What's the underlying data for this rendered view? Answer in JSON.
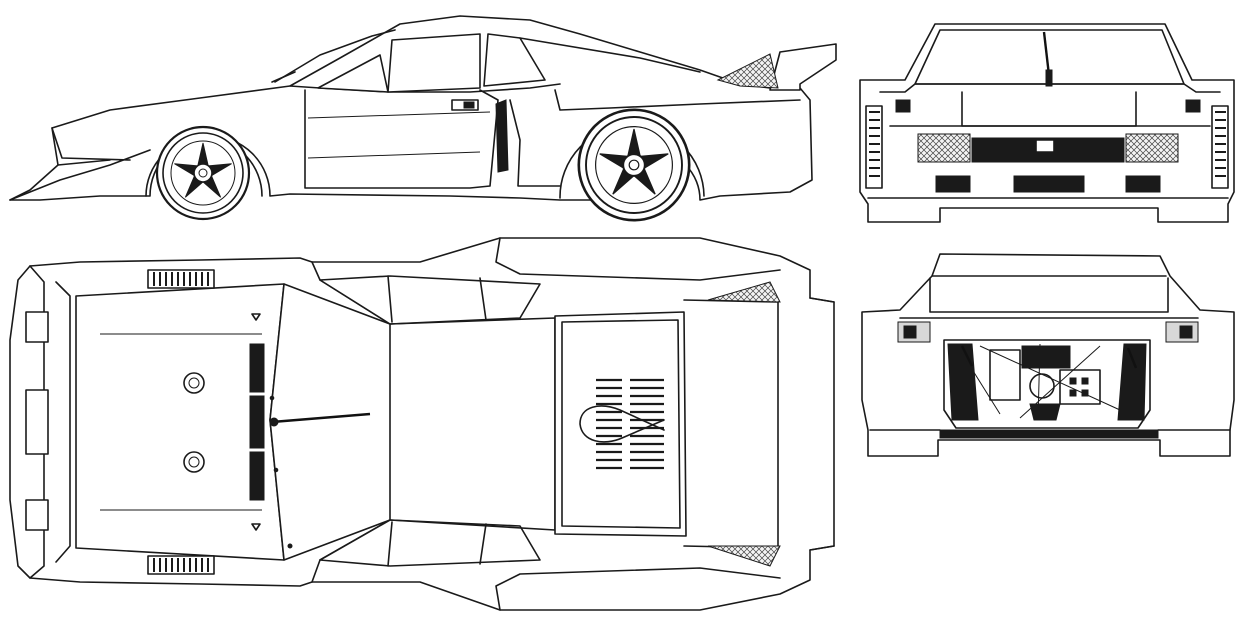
{
  "drawing": {
    "style": "line-art blueprint",
    "line_color": "#1a1a1a",
    "background": "#ffffff",
    "views": [
      {
        "id": "side",
        "label": ""
      },
      {
        "id": "front",
        "label": ""
      },
      {
        "id": "top",
        "label": ""
      },
      {
        "id": "rear",
        "label": ""
      }
    ]
  }
}
